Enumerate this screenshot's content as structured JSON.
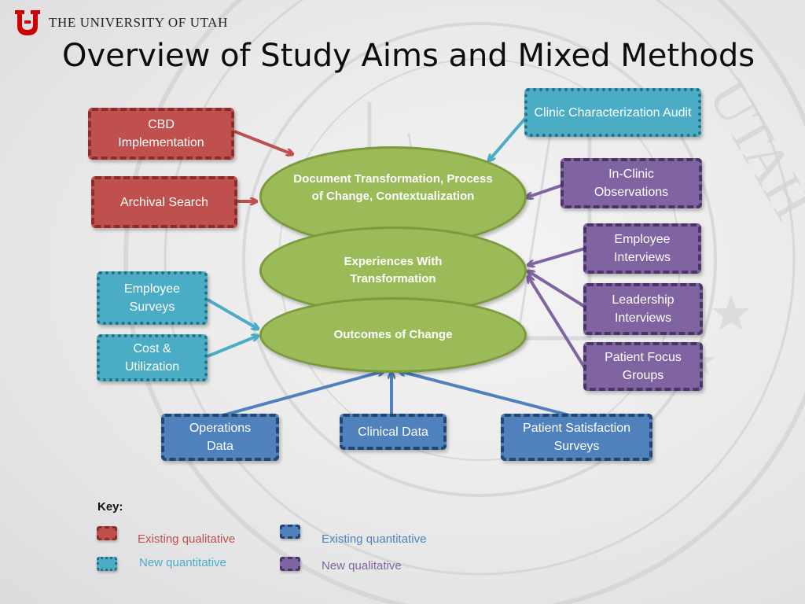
{
  "header": {
    "university_name": "THE UNIVERSITY OF UTAH",
    "logo_icon": "block-u-logo-icon",
    "logo_color": "#cc0000",
    "title": "Overview of Study Aims and Mixed Methods"
  },
  "background": {
    "watermark_icon": "university-seal-watermark-icon",
    "watermark_text": "UTAH"
  },
  "ellipses": {
    "document": "Document Transformation, Process of Change, Contextualization",
    "experiences": "Experiences With Transformation",
    "outcomes": "Outcomes of Change"
  },
  "boxes": {
    "cbd": "CBD Implementation",
    "archival": "Archival Search",
    "clinic_audit": "Clinic Characterization Audit",
    "in_clinic": "In-Clinic Observations",
    "employee_interviews": "Employee Interviews",
    "leadership_interviews": "Leadership Interviews",
    "patient_focus": "Patient Focus Groups",
    "employee_surveys": "Employee Surveys",
    "cost_util": "Cost & Utilization",
    "operations": "Operations Data",
    "clinical": "Clinical Data",
    "patient_satisfaction": "Patient Satisfaction Surveys"
  },
  "key": {
    "title": "Key:",
    "existing_qualitative": "Existing qualitative",
    "new_quantitative": "New quantitative",
    "existing_quantitative": "Existing quantitative",
    "new_qualitative": "New qualitative"
  },
  "colors": {
    "existing_qualitative": "#c0504d",
    "new_quantitative": "#4bacc6",
    "existing_quantitative": "#4f81bd",
    "new_qualitative": "#8064a2",
    "ellipse_fill": "#9bbb59"
  }
}
